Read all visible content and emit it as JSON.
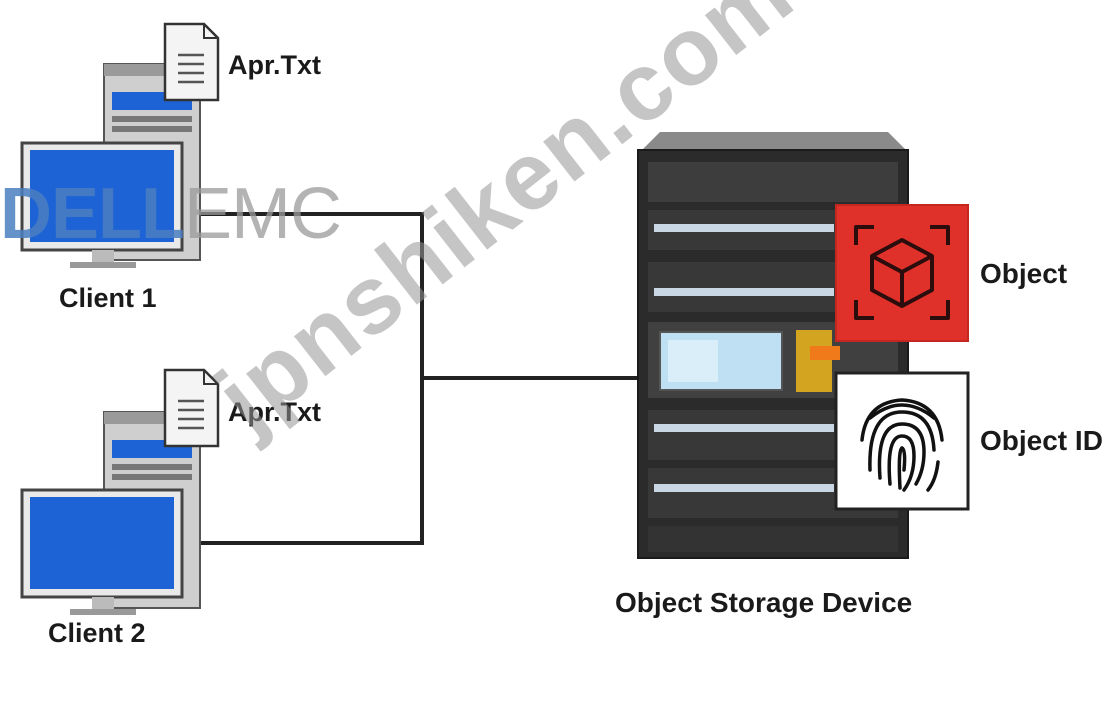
{
  "clients": [
    {
      "label": "Client 1",
      "file_label": "Apr.Txt"
    },
    {
      "label": "Client 2",
      "file_label": "Apr.Txt"
    }
  ],
  "device": {
    "label": "Object Storage Device"
  },
  "badges": {
    "object": {
      "label": "Object",
      "icon": "cube-icon",
      "color": "#e0302a"
    },
    "object_id": {
      "label": "Object ID",
      "icon": "fingerprint-icon"
    }
  },
  "branding": {
    "logo_left": "DELL",
    "logo_right": "EMC",
    "watermark": "jpnshiken.com"
  },
  "colors": {
    "screen": "#1e63d6",
    "line": "#222222"
  }
}
